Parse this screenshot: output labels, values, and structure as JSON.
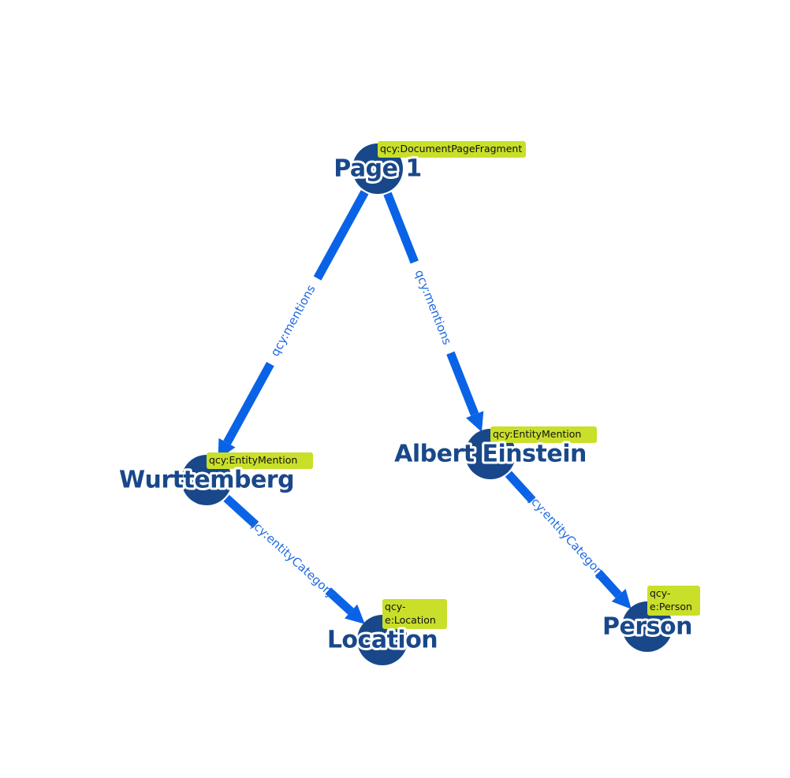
{
  "colors": {
    "node_fill": "#19488a",
    "edge": "#0a63e6",
    "edge_label": "#1f6ae0",
    "type_badge": "#c9df2a"
  },
  "nodes": [
    {
      "id": "page1",
      "label": "Page 1",
      "type_lines": [
        "qcy:DocumentPageFragment"
      ]
    },
    {
      "id": "wurttemberg",
      "label": "Wurttemberg",
      "type_lines": [
        "qcy:EntityMention"
      ]
    },
    {
      "id": "einstein",
      "label": "Albert Einstein",
      "type_lines": [
        "qcy:EntityMention"
      ]
    },
    {
      "id": "location",
      "label": "Location",
      "type_lines": [
        "qcy-",
        "e:Location"
      ]
    },
    {
      "id": "person",
      "label": "Person",
      "type_lines": [
        "qcy-",
        "e:Person"
      ]
    }
  ],
  "edges": [
    {
      "from": "page1",
      "to": "wurttemberg",
      "label": "qcy:mentions"
    },
    {
      "from": "page1",
      "to": "einstein",
      "label": "qcy:mentions"
    },
    {
      "from": "wurttemberg",
      "to": "location",
      "label": "qcy:entityCategory"
    },
    {
      "from": "einstein",
      "to": "person",
      "label": "qcy:entityCategory"
    }
  ]
}
